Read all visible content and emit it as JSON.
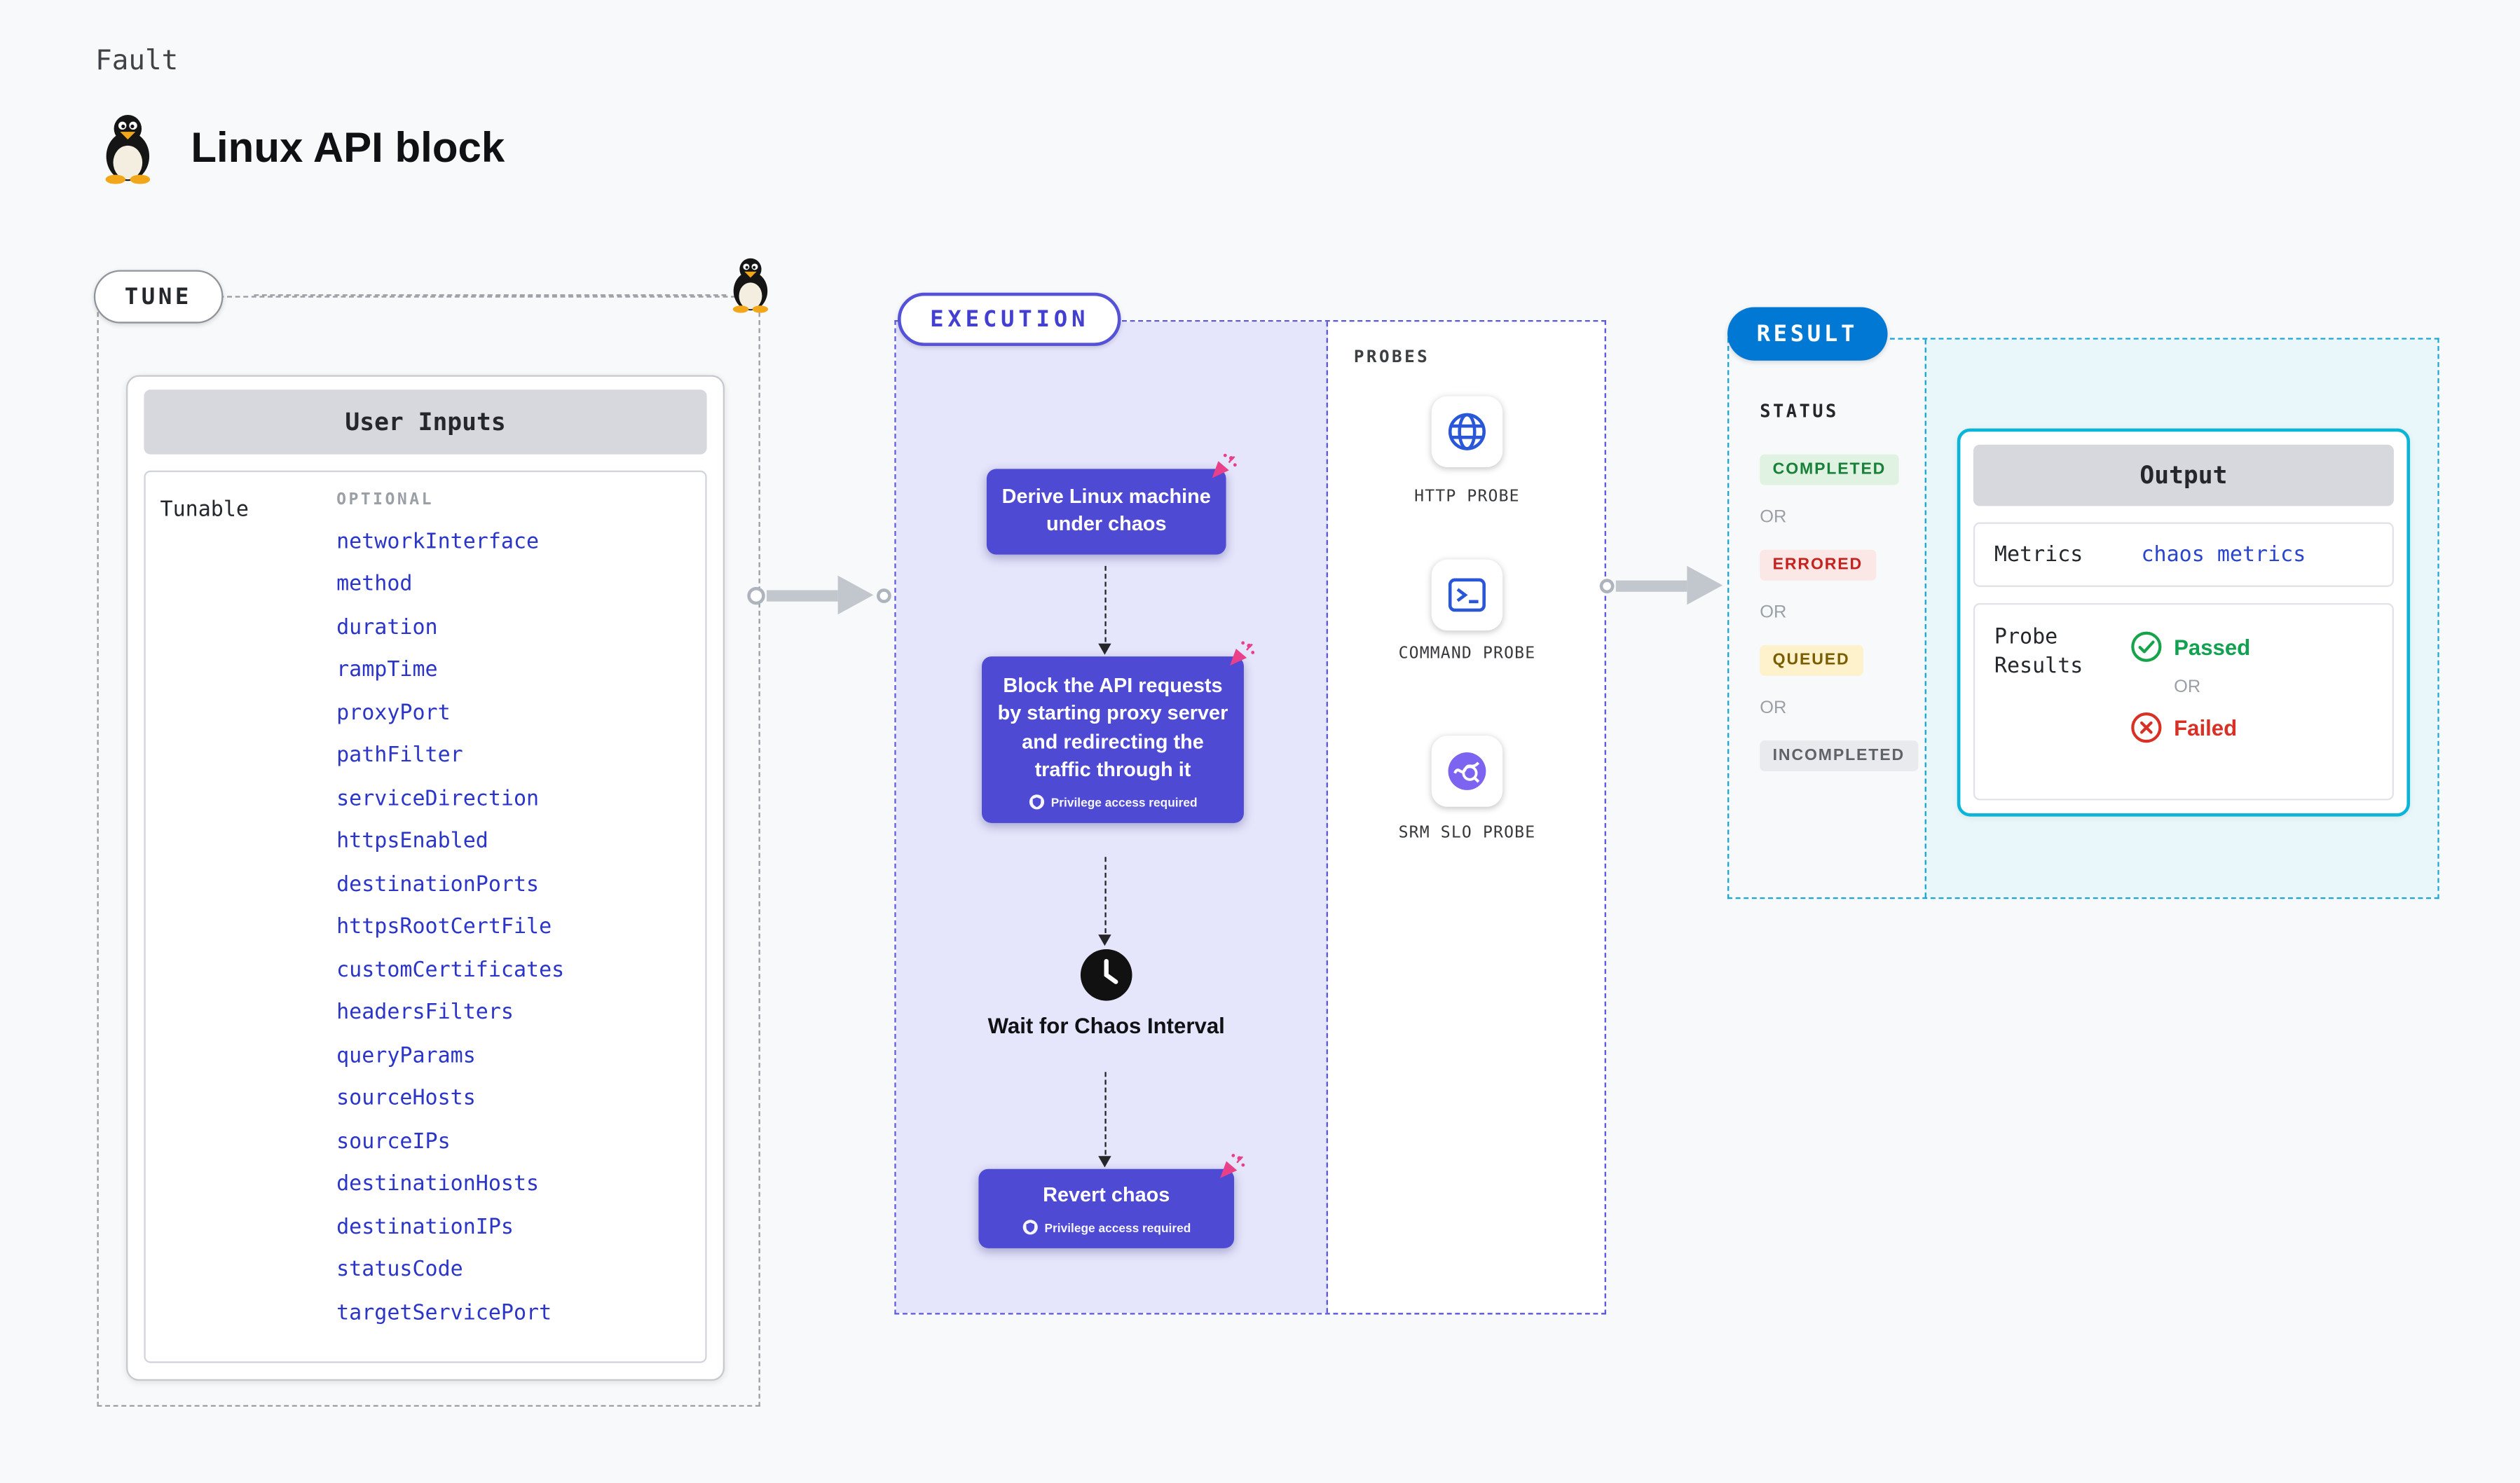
{
  "page": {
    "kicker": "Fault",
    "title": "Linux API block"
  },
  "tune": {
    "badge": "TUNE",
    "card_title": "User Inputs",
    "tunable_label": "Tunable",
    "optional_label": "OPTIONAL",
    "params": [
      "networkInterface",
      "method",
      "duration",
      "rampTime",
      "proxyPort",
      "pathFilter",
      "serviceDirection",
      "httpsEnabled",
      "destinationPorts",
      "httpsRootCertFile",
      "customCertificates",
      "headersFilters",
      "queryParams",
      "sourceHosts",
      "sourceIPs",
      "destinationHosts",
      "destinationIPs",
      "statusCode",
      "targetServicePort"
    ]
  },
  "execution": {
    "badge": "EXECUTION",
    "step1": "Derive Linux machine under chaos",
    "step2": "Block the API requests by starting proxy server and redirecting the traffic through it",
    "wait_label": "Wait for Chaos Interval",
    "revert_label": "Revert chaos",
    "privilege_note": "Privilege access required",
    "probes_label": "PROBES",
    "probes": [
      {
        "name": "HTTP PROBE",
        "icon": "globe-icon"
      },
      {
        "name": "COMMAND PROBE",
        "icon": "terminal-icon"
      },
      {
        "name": "SRM SLO PROBE",
        "icon": "slo-gauge-icon"
      }
    ]
  },
  "result": {
    "badge": "RESULT",
    "status_label": "STATUS",
    "or_label": "OR",
    "statuses": [
      {
        "label": "COMPLETED",
        "kind": "success"
      },
      {
        "label": "ERRORED",
        "kind": "error"
      },
      {
        "label": "QUEUED",
        "kind": "warning"
      },
      {
        "label": "INCOMPLETED",
        "kind": "neutral"
      }
    ],
    "output": {
      "title": "Output",
      "metrics_label": "Metrics",
      "metrics_value": "chaos metrics",
      "probe_results_label": "Probe Results",
      "passed_label": "Passed",
      "or_label": "OR",
      "failed_label": "Failed"
    }
  },
  "colors": {
    "node_indigo": "#4e4ad3",
    "result_badge_blue": "#0278d5",
    "output_border_cyan": "#0ab5d8",
    "param_blue": "#2b35c8",
    "success_green": "#188038",
    "error_red": "#c5221f",
    "queued_yellow": "#7a5d00",
    "chaos_pink": "#e9408a"
  }
}
